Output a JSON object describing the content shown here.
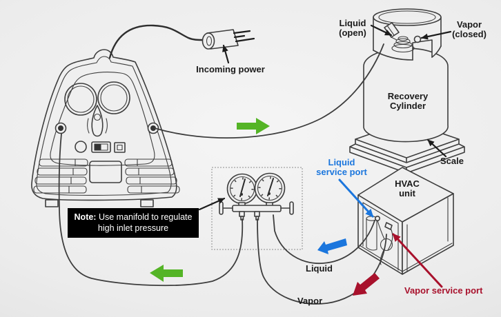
{
  "labels": {
    "incoming_power": "Incoming power",
    "cylinder_liquid_valve": "Liquid\n(open)",
    "cylinder_vapor_valve": "Vapor\n(closed)",
    "recovery_cylinder": "Recovery\nCylinder",
    "scale": "Scale",
    "hvac_unit": "HVAC\nunit",
    "liquid_service_port": "Liquid\nservice port",
    "vapor_service_port": "Vapor service port",
    "liquid_hose": "Liquid",
    "vapor_hose": "Vapor"
  },
  "note": {
    "label": "Note:",
    "text": "Use manifold to regulate\nhigh inlet pressure"
  },
  "icons": {
    "flow_right": "green-flow-arrow-right",
    "flow_left": "green-flow-arrow-left",
    "flow_liquid": "blue-liquid-flow-arrow",
    "flow_vapor": "red-vapor-flow-arrow"
  },
  "colors": {
    "line_art": "#3d3d3d",
    "label_text": "#1a1a1a",
    "flow_arrow_green": "#54b426",
    "liquid_accent": "#1b76dd",
    "vapor_accent": "#a8112c",
    "note_background": "#000000",
    "note_text": "#ffffff"
  }
}
